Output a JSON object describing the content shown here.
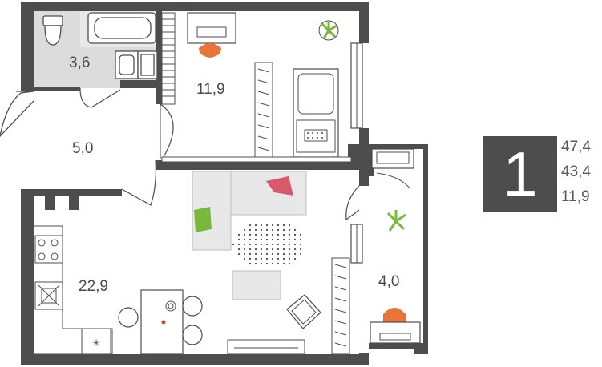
{
  "rooms": {
    "bathroom": "3,6",
    "hallway": "5,0",
    "bedroom": "11,9",
    "living": "22,9",
    "balcony": "4,0"
  },
  "summary": {
    "rooms_count": "1",
    "total_area": "47,4",
    "living_area": "43,4",
    "bedroom_area": "11,9"
  },
  "colors": {
    "wall": "#4d4d4d",
    "bath_floor": "#dcdcdc",
    "furniture": "#e8e8e8",
    "accent_orange": "#e8743b",
    "accent_green": "#7ab83b",
    "accent_pink": "#d75a6a"
  }
}
